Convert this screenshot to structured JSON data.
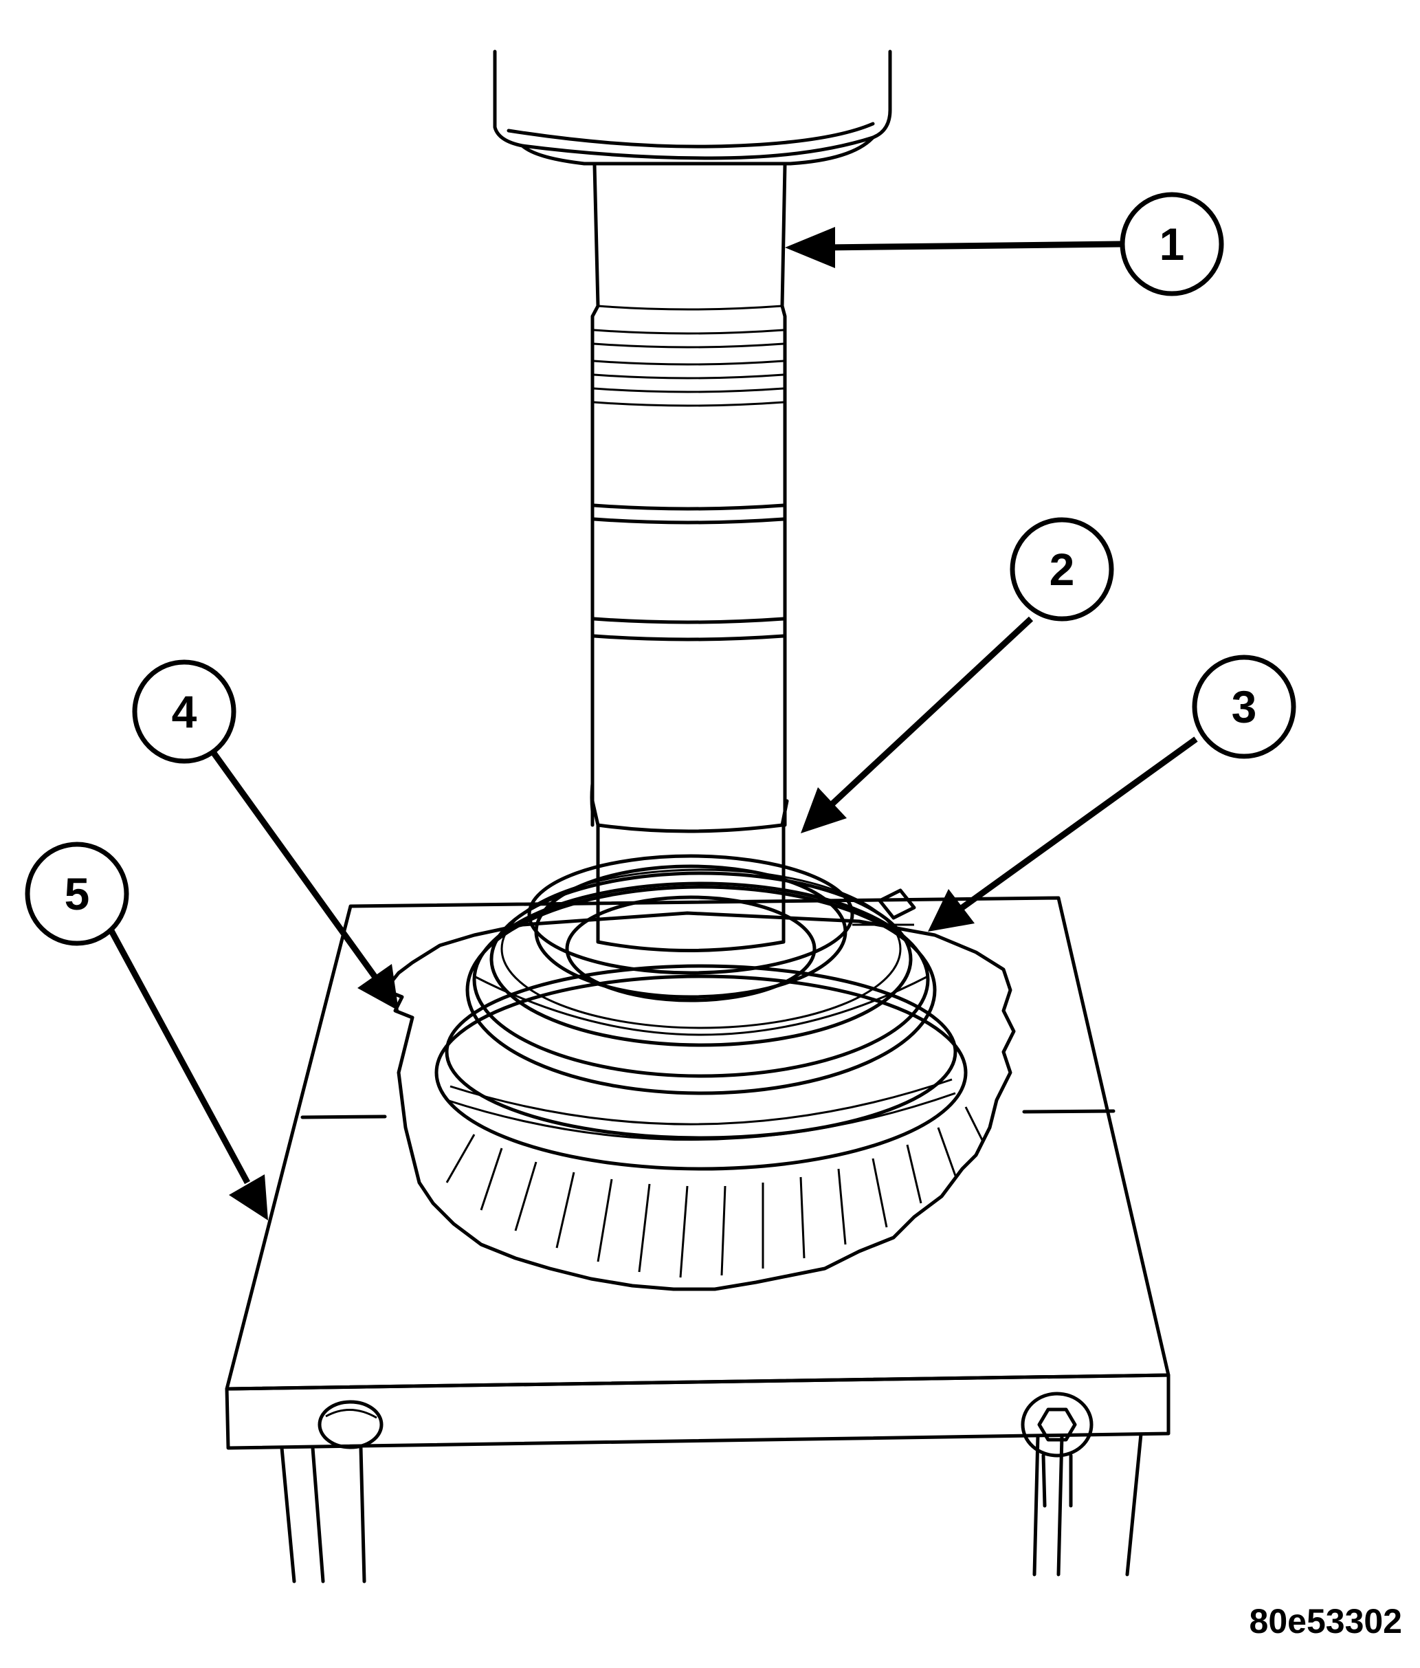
{
  "figure_id": "80e53302",
  "callouts": [
    {
      "label": "1"
    },
    {
      "label": "2"
    },
    {
      "label": "3"
    },
    {
      "label": "4"
    },
    {
      "label": "5"
    }
  ]
}
